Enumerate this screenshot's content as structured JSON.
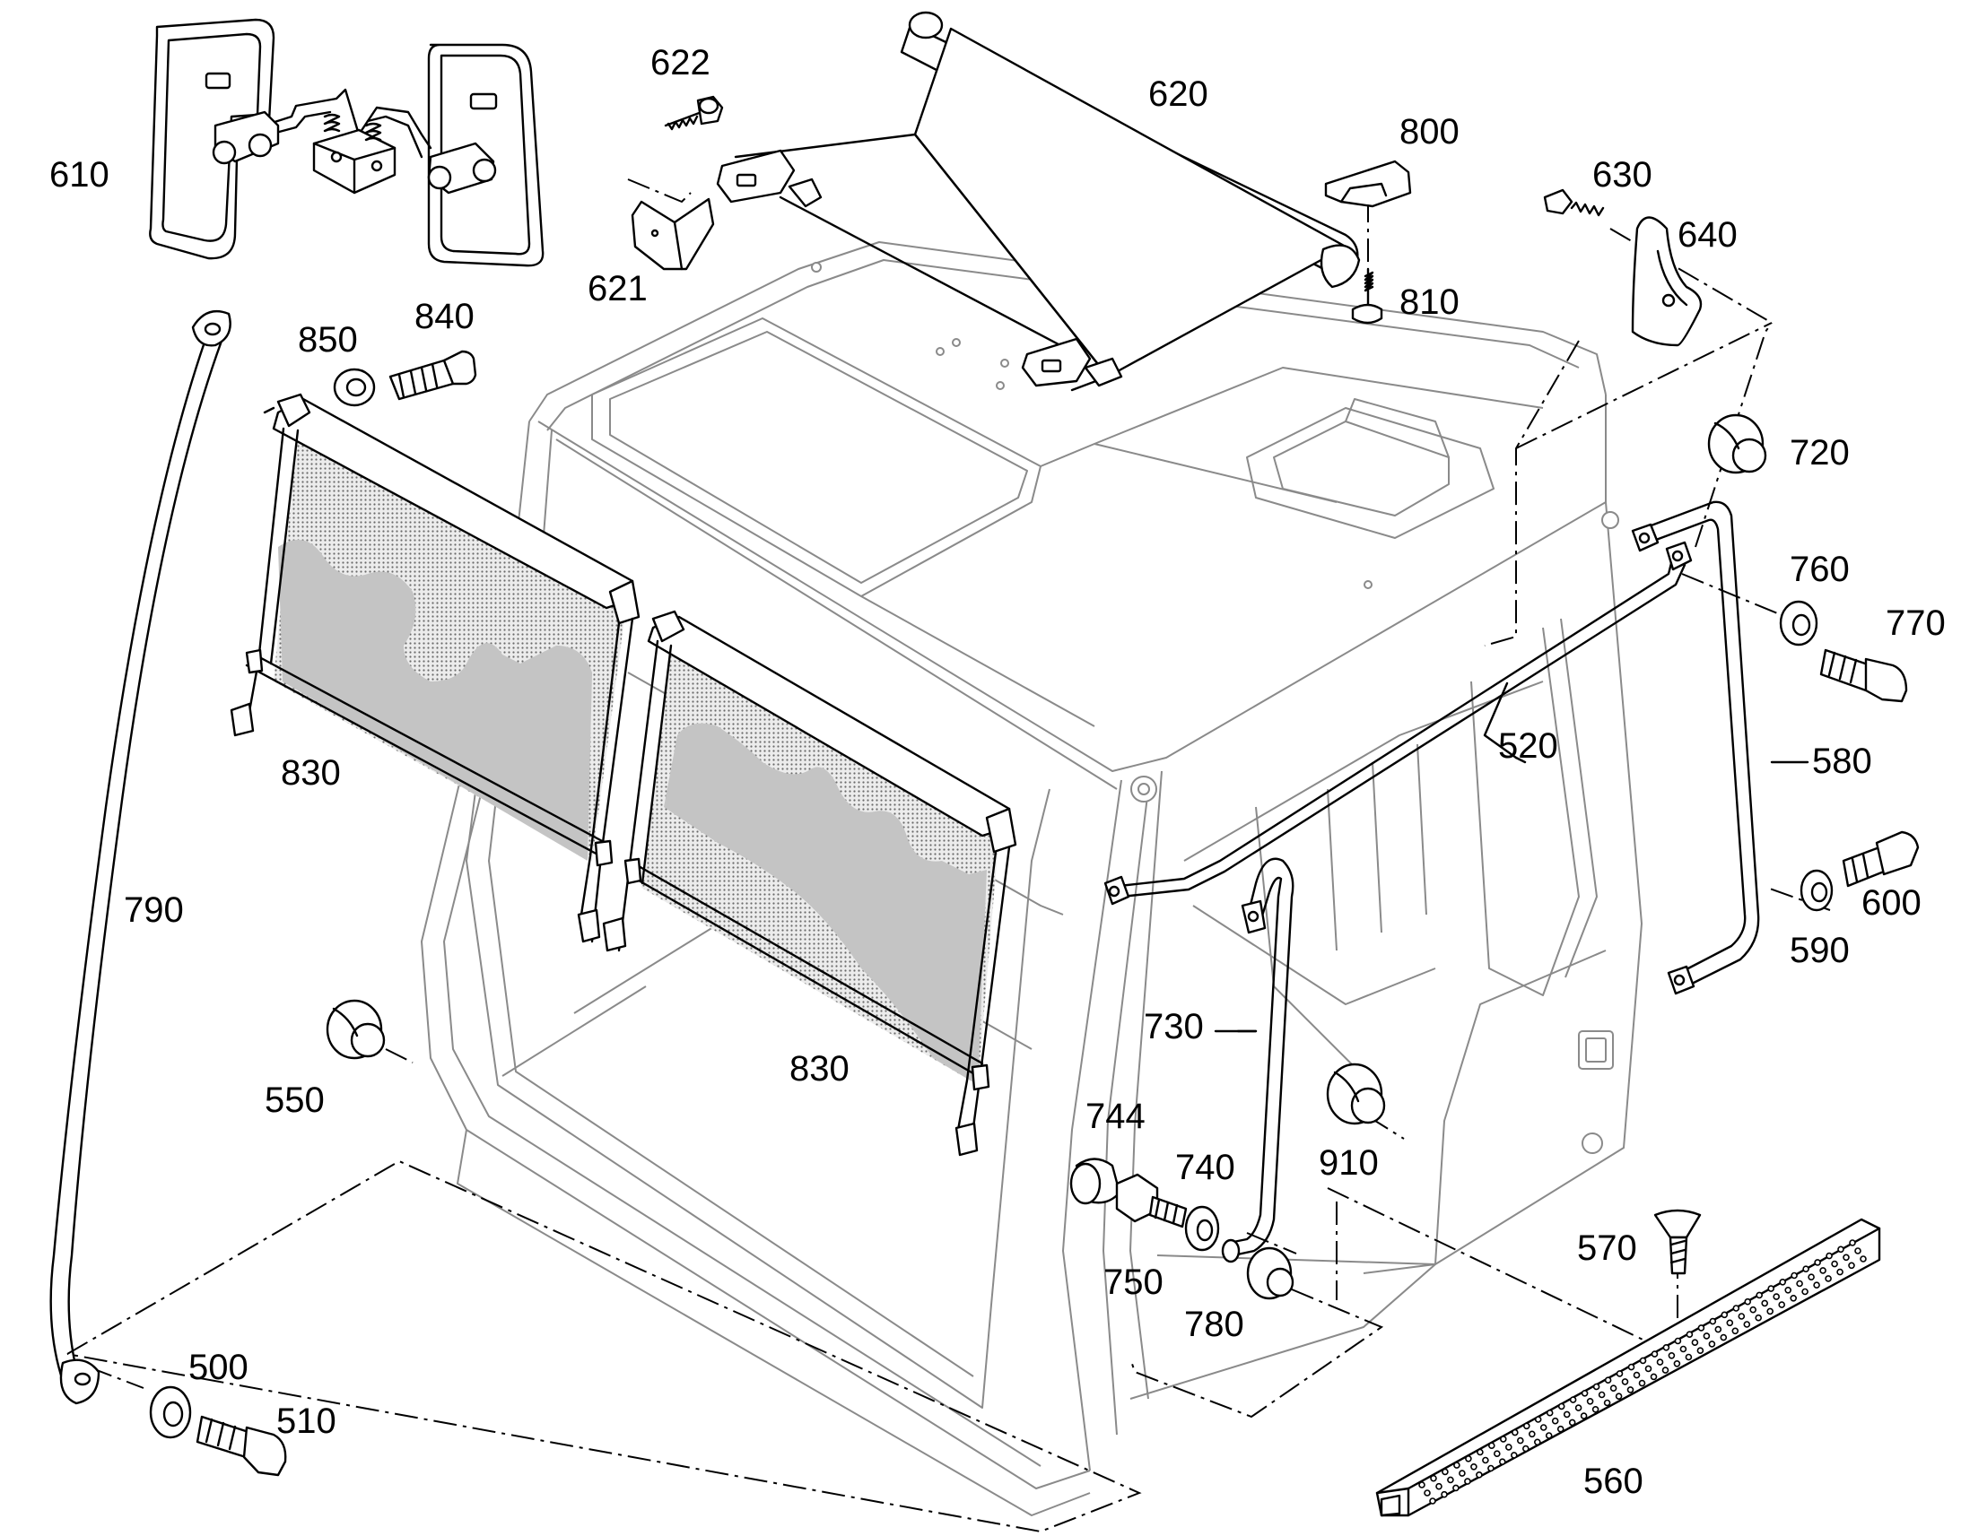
{
  "parts": [
    {
      "id": "p610",
      "label": "610"
    },
    {
      "id": "p622",
      "label": "622"
    },
    {
      "id": "p620",
      "label": "620"
    },
    {
      "id": "p800",
      "label": "800"
    },
    {
      "id": "p630",
      "label": "630"
    },
    {
      "id": "p640",
      "label": "640"
    },
    {
      "id": "p621",
      "label": "621"
    },
    {
      "id": "p810",
      "label": "810"
    },
    {
      "id": "p850",
      "label": "850"
    },
    {
      "id": "p840",
      "label": "840"
    },
    {
      "id": "p720",
      "label": "720"
    },
    {
      "id": "p760",
      "label": "760"
    },
    {
      "id": "p770",
      "label": "770"
    },
    {
      "id": "p520",
      "label": "520"
    },
    {
      "id": "p580",
      "label": "580"
    },
    {
      "id": "p830a",
      "label": "830"
    },
    {
      "id": "p790",
      "label": "790"
    },
    {
      "id": "p600",
      "label": "600"
    },
    {
      "id": "p590",
      "label": "590"
    },
    {
      "id": "p730",
      "label": "730"
    },
    {
      "id": "p830b",
      "label": "830"
    },
    {
      "id": "p550",
      "label": "550"
    },
    {
      "id": "p744",
      "label": "744"
    },
    {
      "id": "p740",
      "label": "740"
    },
    {
      "id": "p910",
      "label": "910"
    },
    {
      "id": "p570",
      "label": "570"
    },
    {
      "id": "p750",
      "label": "750"
    },
    {
      "id": "p780",
      "label": "780"
    },
    {
      "id": "p500",
      "label": "500"
    },
    {
      "id": "p510",
      "label": "510"
    },
    {
      "id": "p560",
      "label": "560"
    }
  ]
}
